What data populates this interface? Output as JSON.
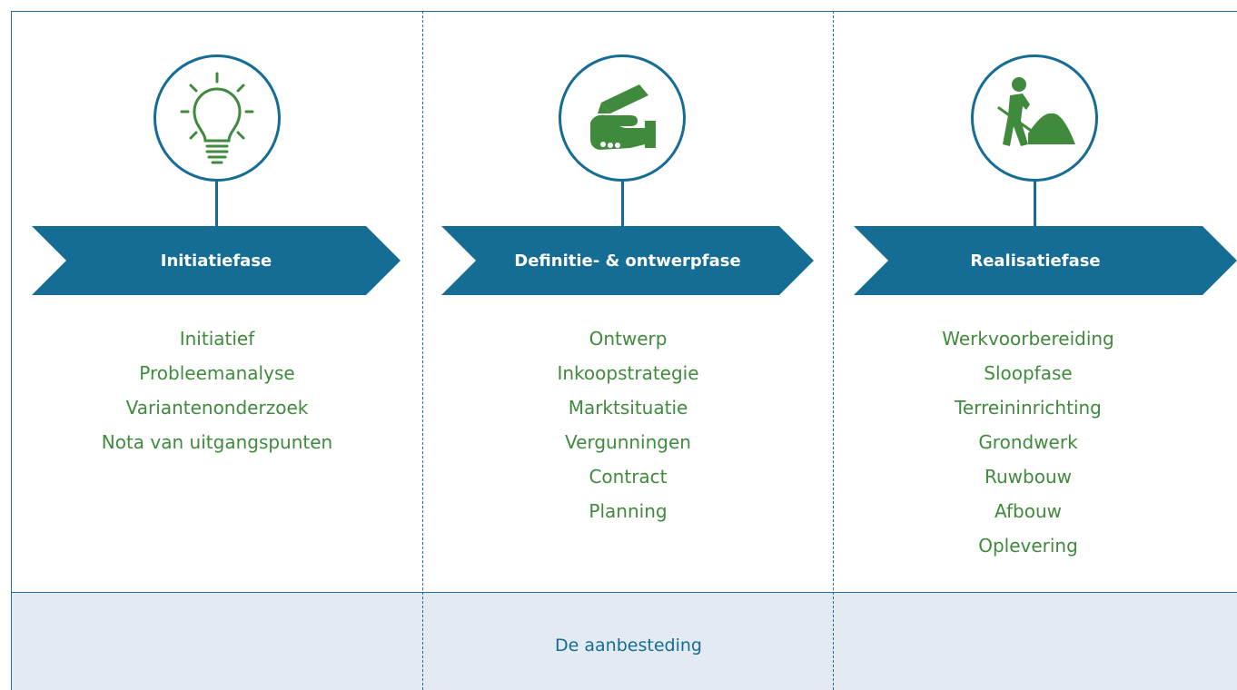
{
  "colors": {
    "border": "#1f6f9a",
    "chevron": "#156d96",
    "icon_green": "#3f8a3c",
    "item_text": "#3f8a3c",
    "band": "#e3eaf2"
  },
  "phases": [
    {
      "title": "Initiatiefase",
      "icon": "lightbulb-icon",
      "items": [
        "Initiatief",
        "Probleemanalyse",
        "Variantenonderzoek",
        "Nota van uitgangspunten"
      ]
    },
    {
      "title": "Definitie- & ontwerpfase",
      "icon": "hand-writing-icon",
      "items": [
        "Ontwerp",
        "Inkoopstrategie",
        "Marktsituatie",
        "Vergunningen",
        "Contract",
        "Planning"
      ]
    },
    {
      "title": "Realisatiefase",
      "icon": "construction-worker-icon",
      "items": [
        "Werkvoorbereiding",
        "Sloopfase",
        "Terreininrichting",
        "Grondwerk",
        "Ruwbouw",
        "Afbouw",
        "Oplevering"
      ]
    }
  ],
  "tender_label": "De aanbesteding"
}
